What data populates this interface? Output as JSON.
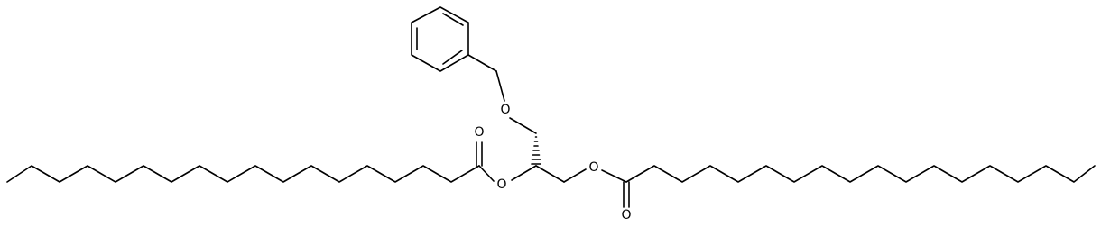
{
  "molecule": {
    "atom_labels": {
      "ether_oxygen": "O",
      "ester_oxygen_left": "O",
      "ester_oxygen_right": "O",
      "carbonyl_oxygen_left": "O",
      "carbonyl_oxygen_right": "O"
    },
    "colors": {
      "bond": "#000000",
      "background": "#ffffff"
    }
  }
}
